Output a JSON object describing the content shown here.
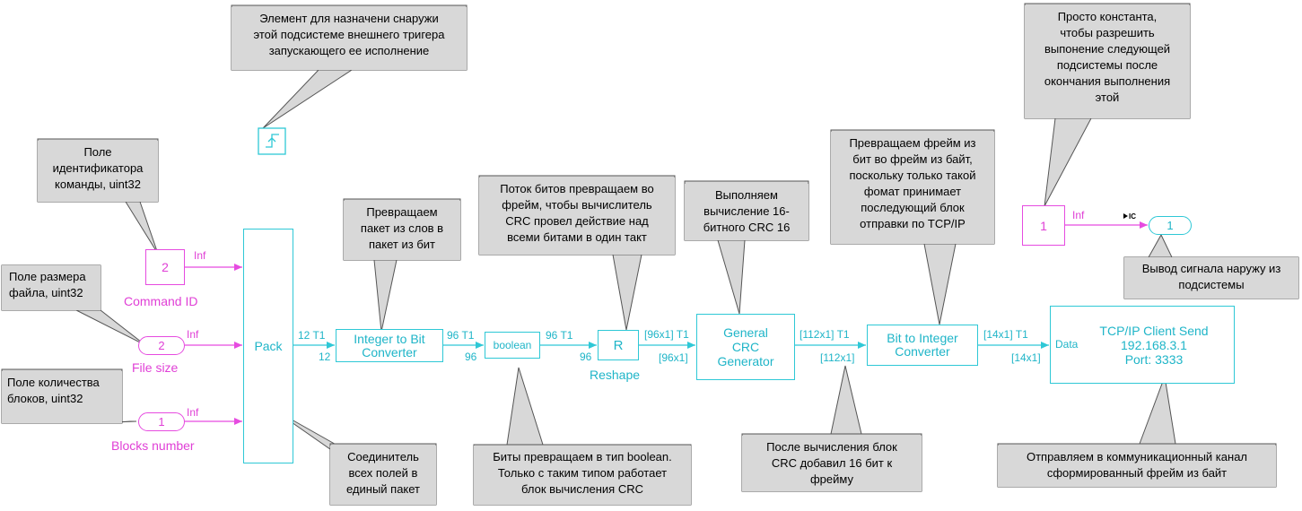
{
  "colors": {
    "signal": "#2ec8d6",
    "input": "#e64be0",
    "note_fill": "#d8d8d8",
    "note_stroke": "#555555"
  },
  "icons": {
    "trigger": "trigger-icon",
    "ic_marker": "ic-marker-icon"
  },
  "notes": {
    "trigger": "Элемент для назначени снаружи\nэтой подсистеме внешнего тригера\nзапускающего ее исполнение",
    "constant": "Просто константа,\nчтобы разрешить\nвыпонение следующей\nподсистемы после\nокончания выполнения\nэтой",
    "command_id": "Поле\nидентификатора\nкоманды, uint32",
    "file_size": "Поле размера\nфайла, uint32",
    "blocks_number": "Поле количества\nблоков, uint32",
    "int_to_bit": "Превращаем\nпакет из слов в\nпакет из бит",
    "reshape": "Поток битов превращаем  во\nфрейм,  чтобы вычислитель\nCRC провел действие над\nвсеми битами в один такт",
    "crc": "Выполняем\nвычисление 16-\nбитного CRC  16",
    "bit_to_int": "Превращаем фрейм из\nбит во фрейм из байт,\nпоскольку только такой\nфомат принимает\nпоследующий блок\nотправки по TCP/IP",
    "output": "Вывод сигнала наружу из\nподсистемы",
    "pack": "Соединитель\nвсех полей в\nединый пакет",
    "boolean": "Биты превращаем  в тип boolean.\nТолько с таким типом работает\nблок вычисления CRC",
    "crc_added": "После вычисления блок\nCRC добавил 16 бит к\nфрейму",
    "tcp": "Отправляем в коммуникационный  канал\nсформированный  фрейм из байт"
  },
  "blocks": {
    "command_id": {
      "value": "2",
      "name": "Command ID",
      "signal": "Inf"
    },
    "file_size": {
      "value": "2",
      "name": "File size",
      "signal": "Inf"
    },
    "blocks_number": {
      "value": "1",
      "name": "Blocks number",
      "signal": "Inf"
    },
    "pack": {
      "label": "Pack"
    },
    "int_to_bit": {
      "label": "Integer to Bit\nConverter"
    },
    "boolean": {
      "label": "boolean"
    },
    "reshape": {
      "label": "R",
      "name": "Reshape"
    },
    "crc": {
      "label": "General\nCRC\nGenerator"
    },
    "bit_to_int": {
      "label": "Bit to Integer\nConverter"
    },
    "tcp": {
      "label": "TCP/IP Client Send\n192.168.3.1\nPort: 3333",
      "port": "Data"
    },
    "constant": {
      "value": "1",
      "signal": "Inf"
    },
    "ic_label": "IC",
    "out_port": {
      "value": "1"
    }
  },
  "signals": {
    "pack_out_top": "12 T1",
    "pack_out_bottom": "12",
    "i2b_out_top": "96 T1",
    "i2b_out_bottom": "96",
    "bool_out_top": "96 T1",
    "bool_out_bottom": "96",
    "reshape_out_top": "[96x1] T1",
    "reshape_out_bottom": "[96x1]",
    "crc_out_top": "[112x1] T1",
    "crc_out_bottom": "[112x1]",
    "b2i_out_top": "[14x1] T1",
    "b2i_out_bottom": "[14x1]"
  }
}
